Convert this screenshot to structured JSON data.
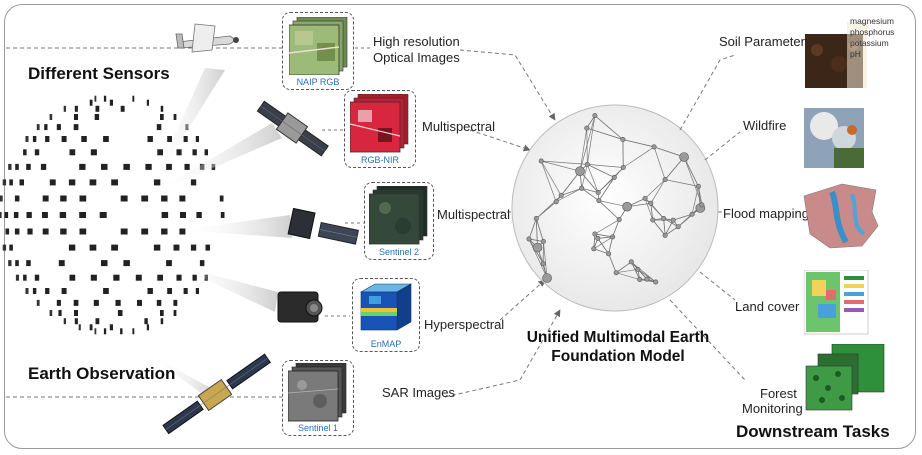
{
  "headings": {
    "sensors": "Different Sensors",
    "observation": "Earth Observation",
    "downstream": "Downstream Tasks"
  },
  "center": {
    "line1": "Unified Multimodal Earth",
    "line2": "Foundation Model"
  },
  "inputs": [
    {
      "caption": "NAIP RGB",
      "label1": "High resolution",
      "label2": "Optical Images"
    },
    {
      "caption": "RGB-NIR",
      "label1": "Multispectral"
    },
    {
      "caption": "Sentinel 2",
      "label1": "Multispectral"
    },
    {
      "caption": "EnMAP",
      "label1": "Hyperspectral"
    },
    {
      "caption": "Sentinel 1",
      "label1": "SAR Images"
    }
  ],
  "tasks": [
    {
      "label": "Soil Parameter"
    },
    {
      "label": "Wildfire"
    },
    {
      "label": "Flood mapping"
    },
    {
      "label": "Land cover"
    },
    {
      "label1": "Forest",
      "label2": "Monitoring"
    }
  ],
  "soil_params": [
    "magnesium",
    "phosphorus",
    "potassium",
    "pH"
  ],
  "colors": {
    "frame": "#9a9a9a",
    "caption": "#2a6fb0",
    "nir_red": "#d7263d",
    "forest_green": "#2f8f3a"
  }
}
